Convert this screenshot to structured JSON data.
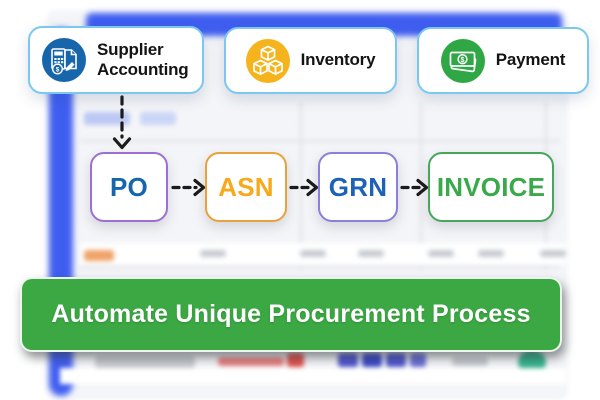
{
  "modules": [
    {
      "label": "Supplier Accounting",
      "icon": "supplier-accounting-icon",
      "icon_color": "#1766AC"
    },
    {
      "label": "Inventory",
      "icon": "inventory-icon",
      "icon_color": "#F5B41D"
    },
    {
      "label": "Payment",
      "icon": "payment-icon",
      "icon_color": "#2EA744"
    }
  ],
  "flow": {
    "steps": [
      {
        "label": "PO",
        "border_color": "#9B70D2",
        "text_color": "#1566AD"
      },
      {
        "label": "ASN",
        "border_color": "#E8A23C",
        "text_color": "#F7A91C"
      },
      {
        "label": "GRN",
        "border_color": "#8B7FD7",
        "text_color": "#1C63B7"
      },
      {
        "label": "INVOICE",
        "border_color": "#46A75A",
        "text_color": "#3AA94A"
      }
    ],
    "arrow_color": "#1B1B1B"
  },
  "banner": {
    "label": "Automate Unique Procurement Process",
    "bg_color": "#3BA843",
    "text_color": "#FFFFFF"
  },
  "cards": {
    "border_color": "#7CC7F0"
  },
  "backdrop": {
    "accent_color": "#3F5EF0"
  }
}
